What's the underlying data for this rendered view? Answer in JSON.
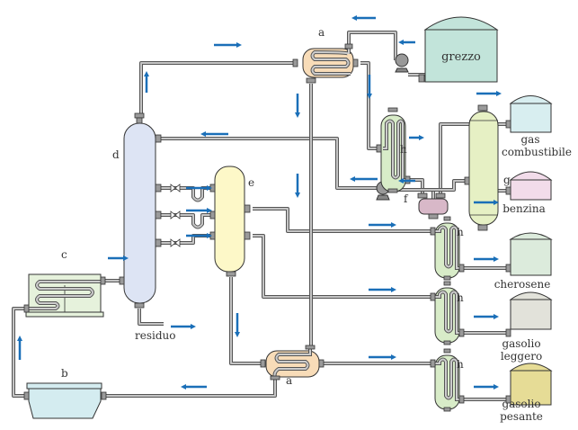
{
  "labels": {
    "a_top": "a",
    "a_bottom": "a",
    "b": "b",
    "c": "c",
    "d": "d",
    "e": "e",
    "f": "f",
    "g": "g",
    "h_top": "h",
    "h1": "h",
    "h2": "h",
    "h3": "h"
  },
  "tanks": {
    "grezzo": "grezzo",
    "gas_line1": "gas",
    "gas_line2": "combustibile",
    "benzina": "benzina",
    "cherosene": "cherosene",
    "gasolio_leggero_line1": "gasolio",
    "gasolio_leggero_line2": "leggero",
    "gasolio_pesante_line1": "gasolio",
    "gasolio_pesante_line2": "pesante"
  },
  "residuo": "residuo",
  "colors": {
    "flow_arrow": "#1a6fb8",
    "grezzo_tank": "#c2e4da",
    "gas_tank": "#d8eef0",
    "benzina_tank": "#f2dcea",
    "cherosene_tank": "#dcebdc",
    "gasolio_leggero_tank": "#e2e2da",
    "gasolio_pesante_tank": "#e6dc96",
    "heat_exchanger_a": "#f8dcb8",
    "exchanger_h": "#d8ecc8",
    "column_d": "#dde4f4",
    "column_e": "#fdf8c8",
    "column_g": "#e6f0c4",
    "separator": "#d8b8c8",
    "furnace_c": "#e6f2dc",
    "tank_b": "#d4ecf0"
  }
}
